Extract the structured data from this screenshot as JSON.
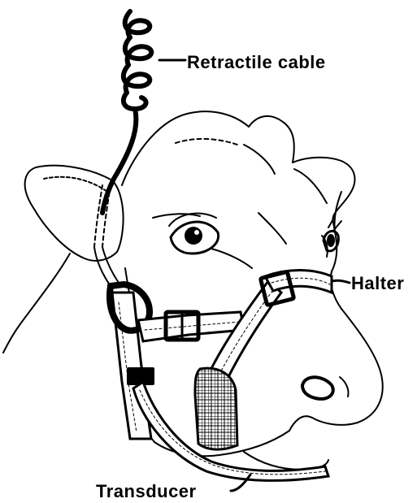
{
  "labels": {
    "cable": "Retractile cable",
    "halter": "Halter",
    "transducer": "Transducer"
  },
  "colors": {
    "ink": "#000000",
    "paper": "#ffffff"
  }
}
